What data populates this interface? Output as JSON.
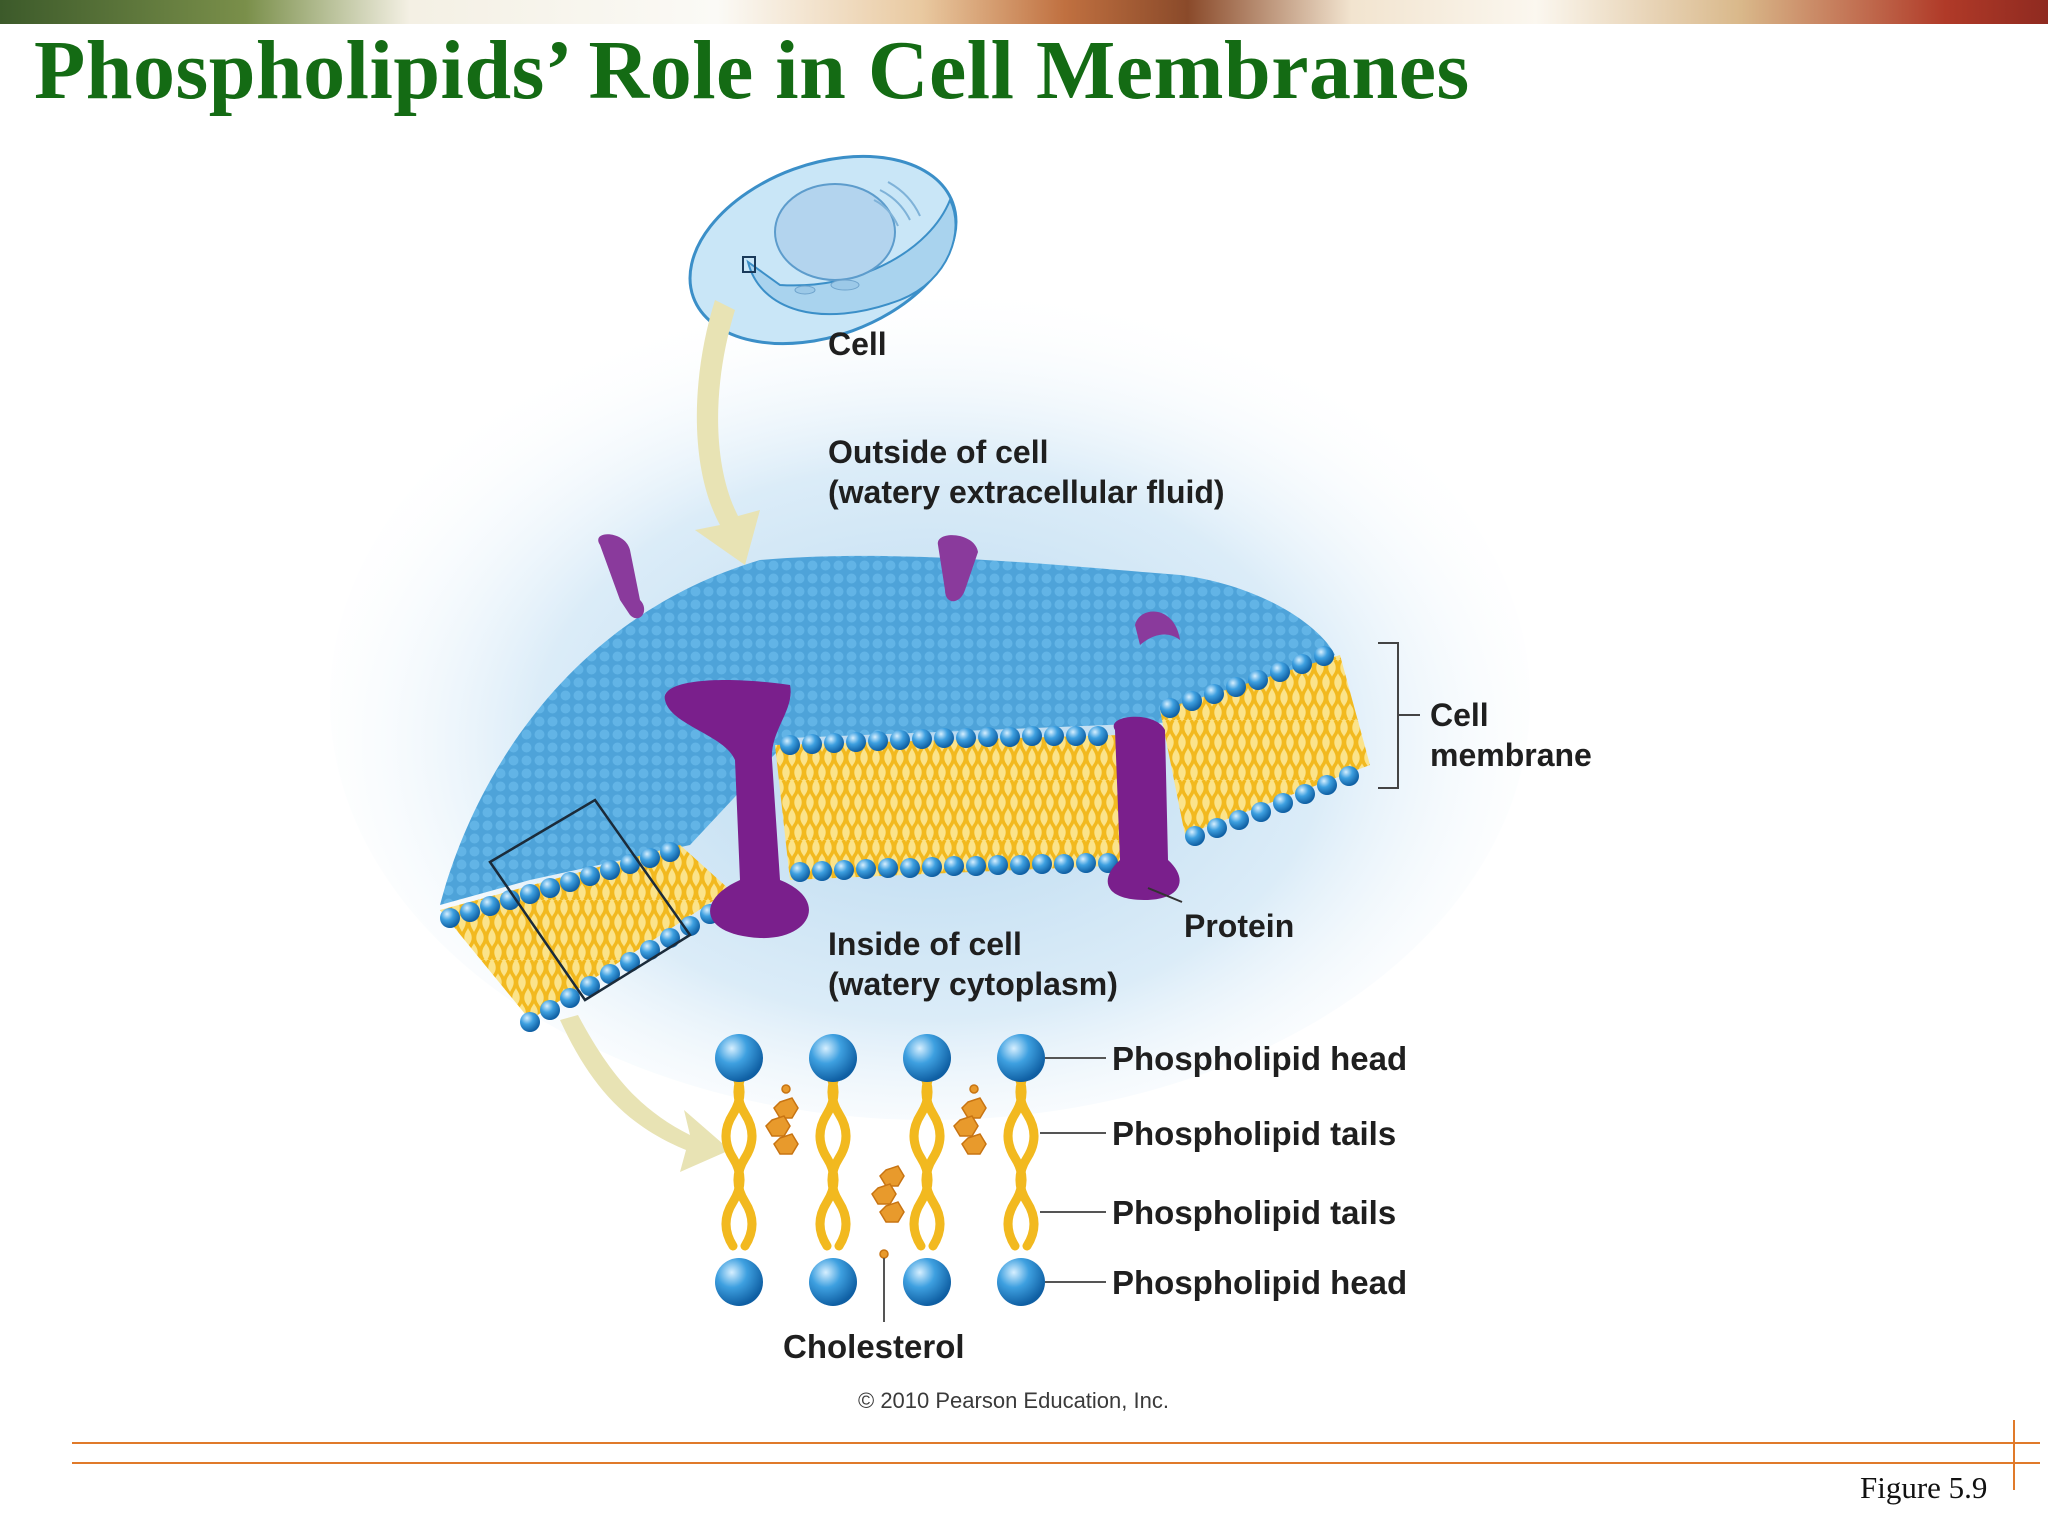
{
  "slide": {
    "title": "Phospholipids’ Role in Cell Membranes",
    "figure_number": "Figure 5.9"
  },
  "labels": {
    "cell": "Cell",
    "outside_line1": "Outside of cell",
    "outside_line2": "(watery extracellular fluid)",
    "cell_membrane_line1": "Cell",
    "cell_membrane_line2": "membrane",
    "protein": "Protein",
    "inside_line1": "Inside of cell",
    "inside_line2": "(watery cytoplasm)",
    "phospholipid_head_top": "Phospholipid head",
    "phospholipid_tails_1": "Phospholipid tails",
    "phospholipid_tails_2": "Phospholipid tails",
    "phospholipid_head_bottom": "Phospholipid head",
    "cholesterol": "Cholesterol",
    "copyright": "© 2010 Pearson Education, Inc."
  },
  "colors": {
    "title": "#146b14",
    "membrane_surface": "#4a9fd6",
    "phospholipid_head": "#2f8fd0",
    "phospholipid_tail": "#f3c233",
    "protein": "#7a1f8c",
    "cholesterol": "#e89a2c",
    "arrow": "#e8e3b4",
    "footer_line": "#e07a2a"
  }
}
